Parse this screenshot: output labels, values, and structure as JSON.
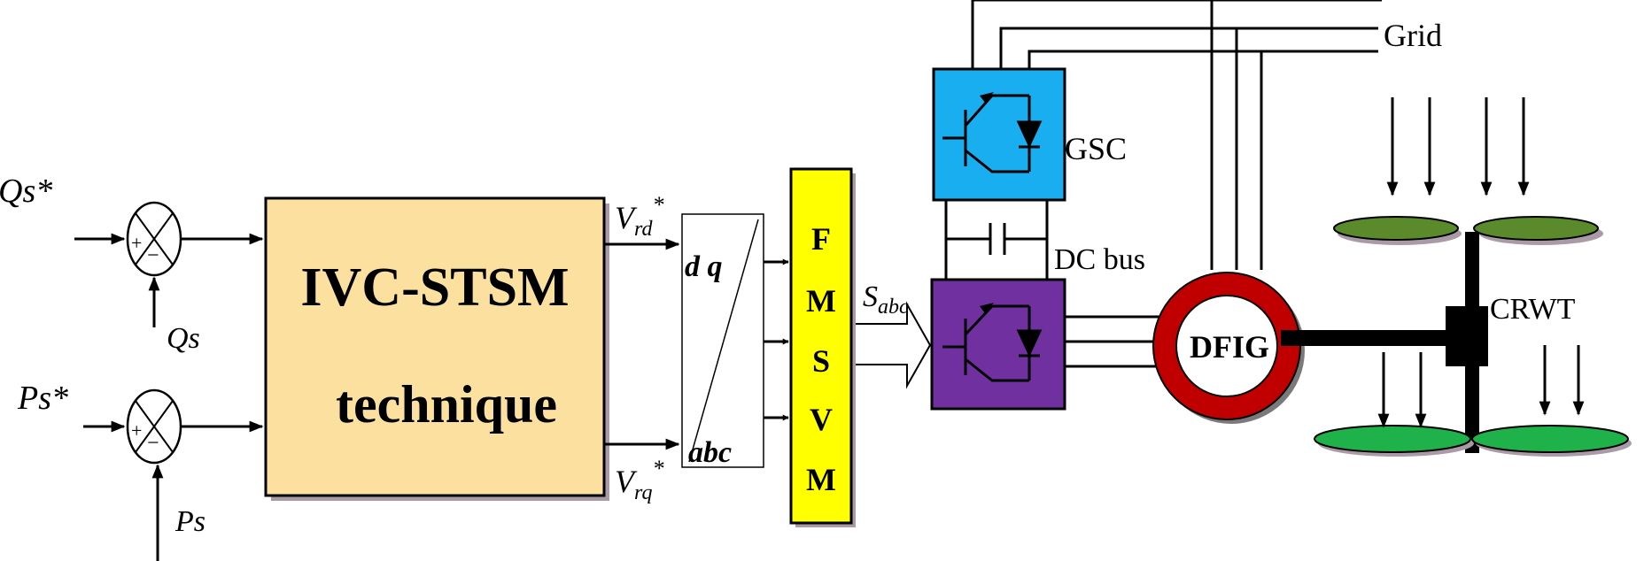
{
  "inputs": {
    "qs_ref": "Qs*",
    "qs": "Qs",
    "ps_ref": "Ps*",
    "ps": "Ps"
  },
  "sum_signs": {
    "plus": "+",
    "minus": "−"
  },
  "controller": {
    "line1": "IVC-STSM",
    "line2": "technique"
  },
  "signals": {
    "vrd": {
      "base": "V",
      "sub": "rd",
      "sup": "*"
    },
    "vrq": {
      "base": "V",
      "sub": "rq",
      "sup": "*"
    },
    "sabc": {
      "base": "S",
      "sub": "abc"
    }
  },
  "transform": {
    "top": "d q",
    "bottom": "abc"
  },
  "fmsvm": {
    "letters": [
      "F",
      "M",
      "S",
      "V",
      "M"
    ]
  },
  "converters": {
    "gsc": "GSC",
    "dc_bus": "DC bus"
  },
  "grid": "Grid",
  "dfig": "DFIG",
  "crwt": "CRWT",
  "colors": {
    "controller_fill": "#fbe0a0",
    "fmsvm_fill": "#ffff00",
    "gsc_fill": "#19aef0",
    "rsc_fill": "#7030a0",
    "dfig_ring": "#c00000",
    "blade_upper": "#5a8a2c",
    "blade_lower": "#1fb14a",
    "shadow": "#a99aa6"
  }
}
